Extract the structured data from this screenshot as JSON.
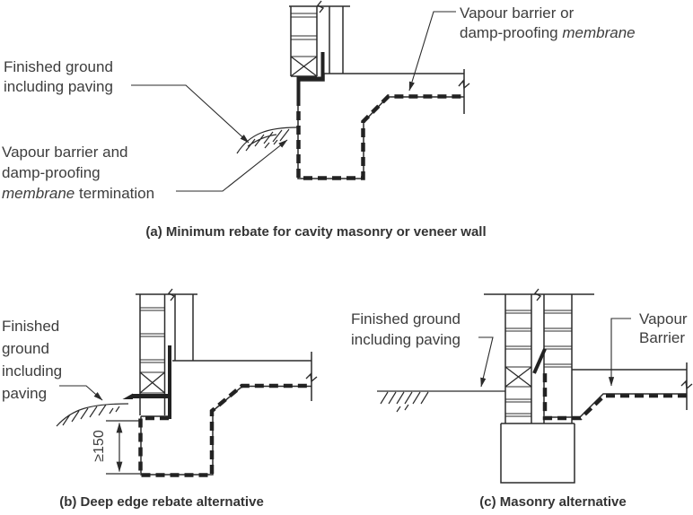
{
  "figure": {
    "colors": {
      "line": "#2b2b2b",
      "heavy_line": "#222222",
      "text": "#3d3d3d",
      "background": "#ffffff"
    },
    "panels": [
      {
        "id": "a",
        "caption": "(a) Minimum rebate for cavity masonry or veneer wall",
        "labels": {
          "finished_ground": {
            "line1": "Finished ground",
            "line2": "including paving"
          },
          "membrane_termination": {
            "line1": "Vapour barrier and",
            "line2": "damp-proofing",
            "line3_italic": "membrane",
            "line3_rest": " termination"
          },
          "vapour_barrier": {
            "line1": "Vapour barrier or",
            "line2_prefix": "damp-proofing ",
            "line2_italic": "membrane"
          }
        }
      },
      {
        "id": "b",
        "caption": "(b) Deep edge rebate alternative",
        "labels": {
          "finished_ground": {
            "line1": "Finished",
            "line2": "ground",
            "line3": "including",
            "line4": "paving"
          },
          "dimension": "≥150"
        }
      },
      {
        "id": "c",
        "caption": "(c) Masonry alternative",
        "labels": {
          "finished_ground": {
            "line1": "Finished ground",
            "line2": "including paving"
          },
          "vapour_barrier": {
            "line1": "Vapour",
            "line2": "Barrier"
          }
        }
      }
    ]
  }
}
